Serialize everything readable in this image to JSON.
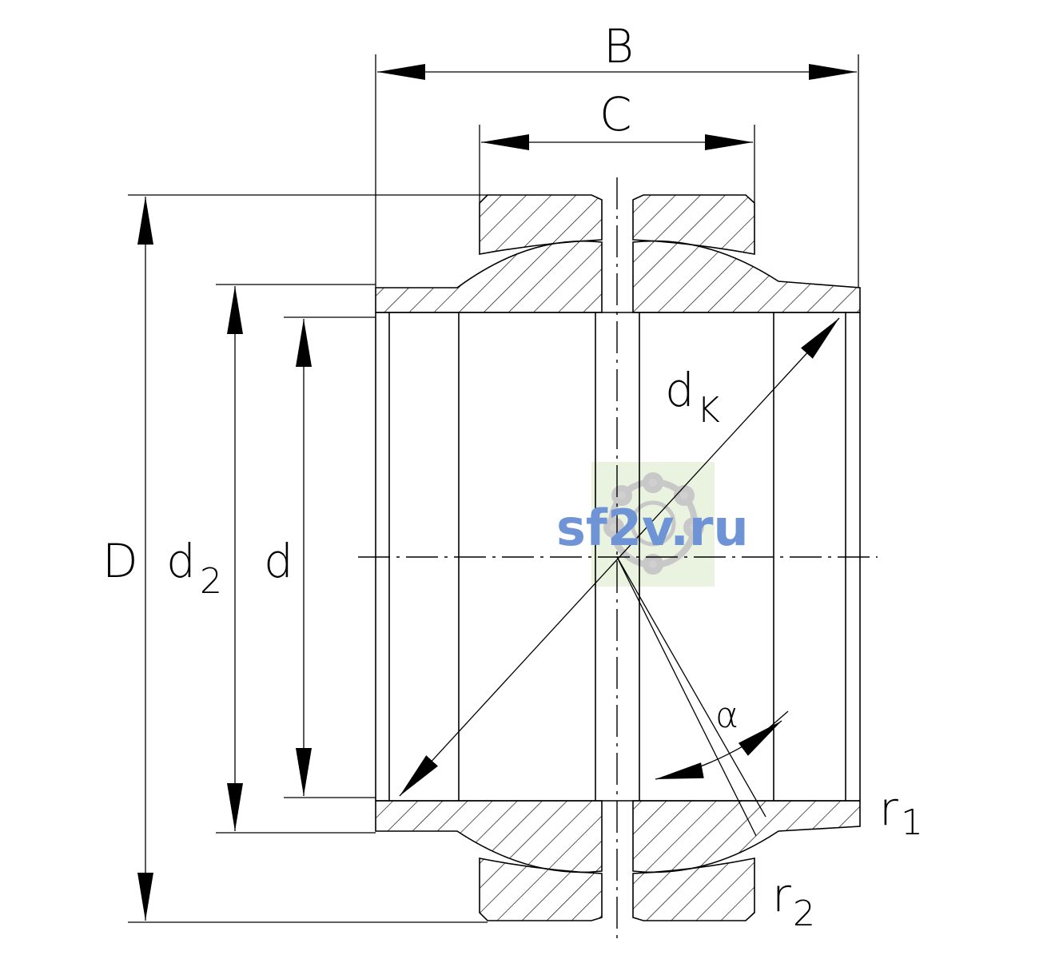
{
  "labels": {
    "B": "B",
    "C": "C",
    "D": "D",
    "d2_main": "d",
    "d2_sub": "2",
    "d": "d",
    "dk_main": "d",
    "dk_sub": "K",
    "alpha": "α",
    "r1_main": "r",
    "r1_sub": "1",
    "r2_main": "r",
    "r2_sub": "2"
  },
  "watermark": {
    "text": "sf2v.ru",
    "icon": "bearing-icon",
    "text_color": "#6f94d6",
    "box_color": "#e8f2dc"
  },
  "colors": {
    "line": "#000000",
    "background": "#ffffff"
  }
}
